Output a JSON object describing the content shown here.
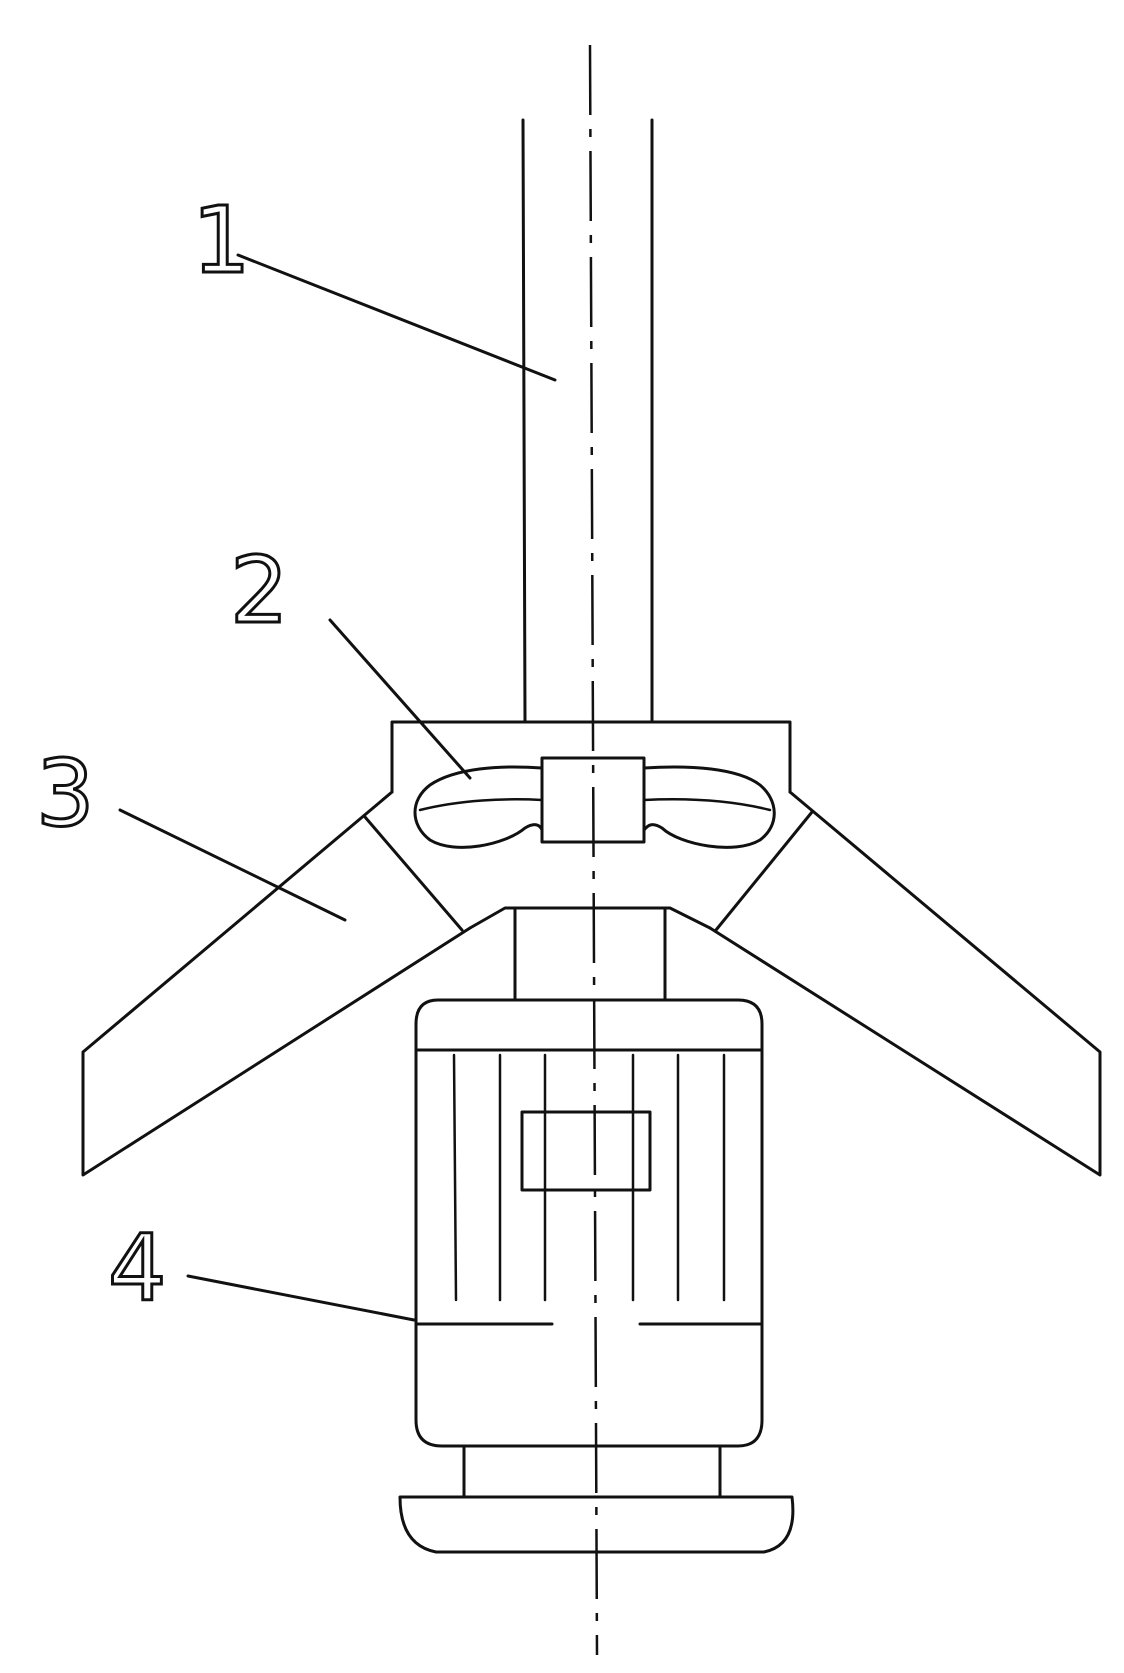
{
  "labels": [
    {
      "id": "1",
      "text": "1"
    },
    {
      "id": "2",
      "text": "2"
    },
    {
      "id": "3",
      "text": "3"
    },
    {
      "id": "4",
      "text": "4"
    }
  ],
  "colors": {
    "line": "#111111",
    "background": "#ffffff"
  }
}
